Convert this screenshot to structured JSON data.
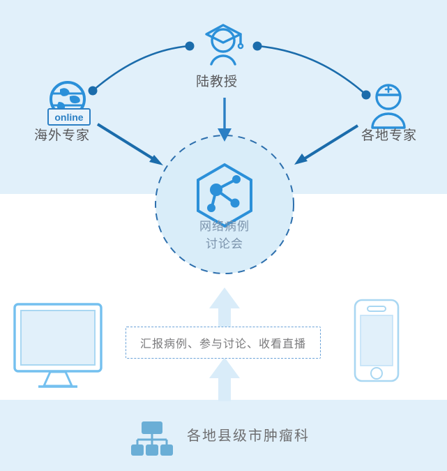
{
  "diagram": {
    "title_nodes": {
      "professor": "陆教授",
      "overseas_expert": "海外专家",
      "local_expert": "各地专家"
    },
    "hub": {
      "caption_line1": "网络病例",
      "caption_line2": "讨论会",
      "icon": "network-share-hexagon-icon"
    },
    "badges": {
      "online": "online"
    },
    "flow_box": {
      "text": "汇报病例、参与讨论、收看直播"
    },
    "bottom": {
      "label": "各地县级市肿瘤科",
      "icon": "org-tree-icon"
    },
    "devices": {
      "desktop": "desktop-monitor-icon",
      "mobile": "mobile-phone-icon"
    },
    "icons": {
      "professor": "graduate-person-icon",
      "overseas_expert": "globe-online-icon",
      "local_expert": "doctor-person-icon"
    },
    "colors": {
      "band_background": "#e1f0fa",
      "page_background": "#ffffff",
      "accent_blue": "#2b90d9",
      "deep_blue": "#1b6cab",
      "light_blue": "#8fcdf2",
      "pale_arrow": "#d6eaf8",
      "label_text": "#58585a",
      "hub_text": "#7b93ac"
    }
  }
}
